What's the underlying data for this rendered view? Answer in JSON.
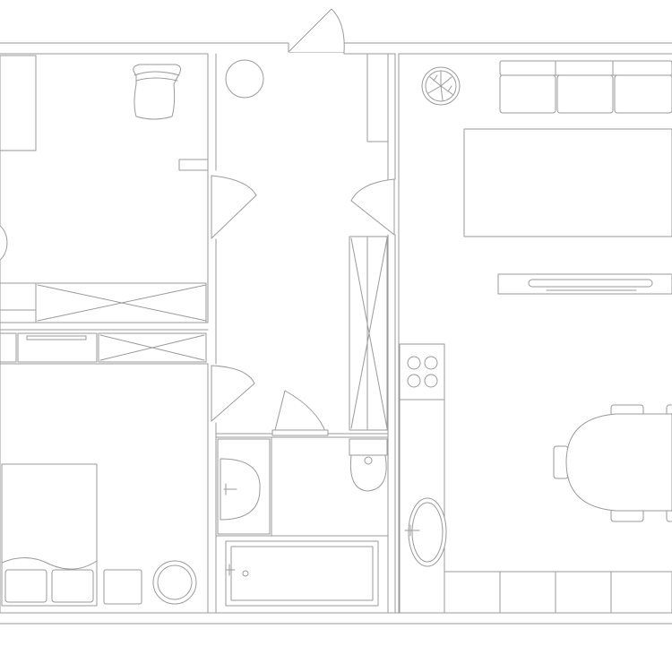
{
  "diagram": {
    "kind": "floor-plan",
    "style": "outline",
    "colors": {
      "background": "#ffffff",
      "line": "#9a9a9a",
      "fill": "#ffffff"
    },
    "rooms": [
      "bedroom-top-left",
      "hallway",
      "living-kitchen",
      "bedroom-bottom-left",
      "bathroom"
    ],
    "furniture": [
      "desk-chair",
      "round-side-table",
      "wardrobe-top-left",
      "wardrobe-middle-left",
      "hall-wardrobe",
      "double-bed",
      "nightstand",
      "round-table",
      "sink",
      "bathtub",
      "toilet",
      "three-seat-sofa",
      "coffee-table-rug",
      "tv-console",
      "fan",
      "cooktop",
      "kitchen-counter",
      "kitchen-sink",
      "dining-table",
      "dining-chair",
      "kitchen-cabinets"
    ],
    "doors": [
      "entry-door",
      "door-top-left-room",
      "door-living-room",
      "door-bottom-left-room",
      "door-bathroom"
    ]
  }
}
